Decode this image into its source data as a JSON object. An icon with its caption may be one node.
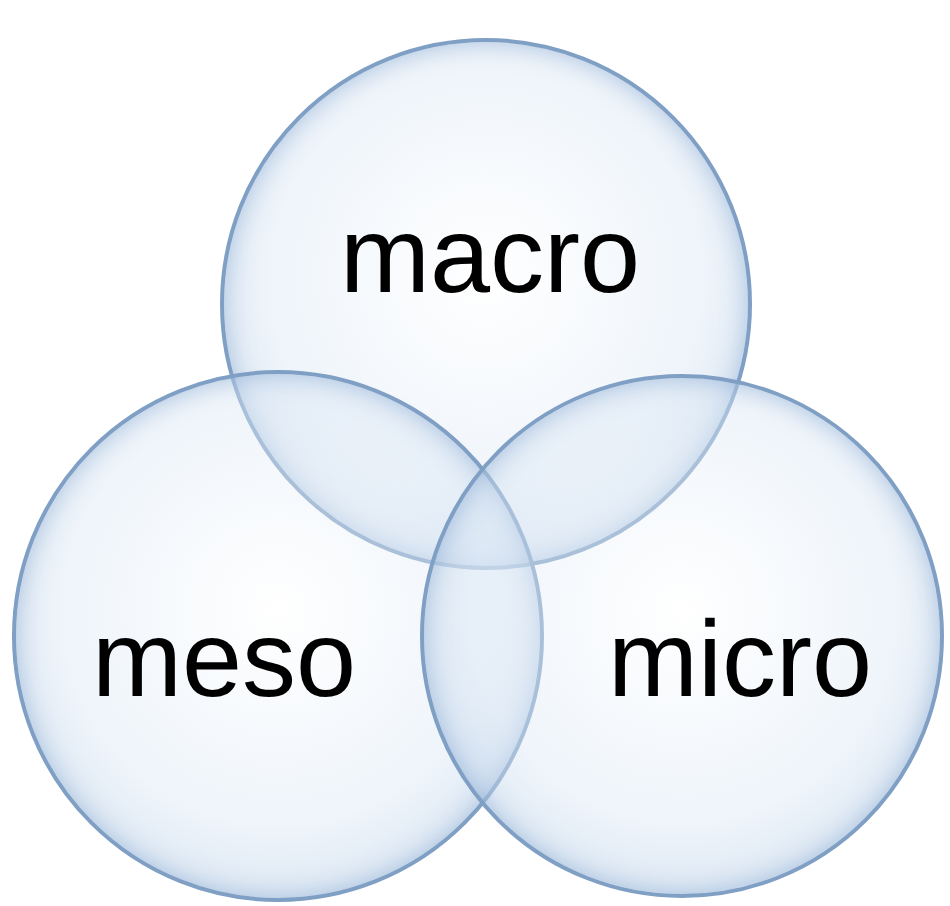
{
  "diagram": {
    "nodes": [
      {
        "text": [
          "macro"
        ]
      },
      {
        "text": [
          "meso"
        ]
      },
      {
        "text": [
          "micro"
        ]
      }
    ],
    "edges": []
  }
}
